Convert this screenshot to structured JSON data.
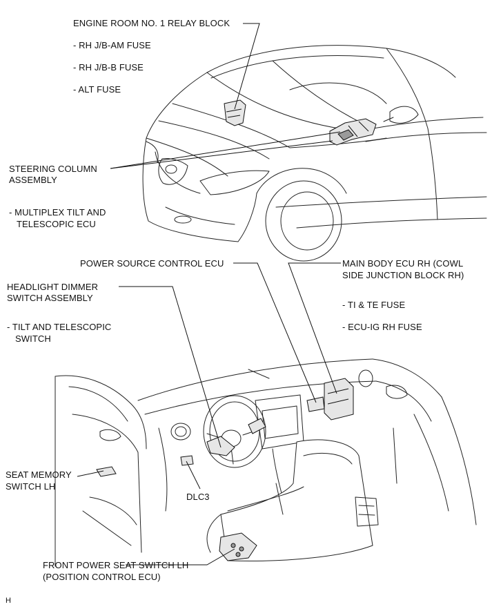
{
  "labels": {
    "engine_room_relay": "ENGINE ROOM NO. 1 RELAY BLOCK",
    "rh_jb_am_fuse": "- RH J/B-AM FUSE",
    "rh_jb_b_fuse": "- RH J/B-B FUSE",
    "alt_fuse": "- ALT FUSE",
    "steering_column_l1": "STEERING COLUMN",
    "steering_column_l2": "ASSEMBLY",
    "multiplex_l1": "-  MULTIPLEX TILT AND",
    "multiplex_l2": "TELESCOPIC ECU",
    "power_source_ecu": "POWER SOURCE CONTROL ECU",
    "main_body_l1": "MAIN BODY ECU RH (COWL",
    "main_body_l2": "SIDE JUNCTION BLOCK RH)",
    "ti_te_fuse": "- TI & TE FUSE",
    "ecu_ig_fuse": "- ECU-IG RH FUSE",
    "headlight_l1": "HEADLIGHT DIMMER",
    "headlight_l2": "SWITCH ASSEMBLY",
    "tilt_l1": "- TILT AND TELESCOPIC",
    "tilt_l2": "SWITCH",
    "seat_memory_l1": "SEAT MEMORY",
    "seat_memory_l2": "SWITCH LH",
    "dlc3": "DLC3",
    "front_seat_l1": "FRONT POWER SEAT SWITCH LH",
    "front_seat_l2": "(POSITION CONTROL ECU)",
    "corner_mark": "H"
  }
}
